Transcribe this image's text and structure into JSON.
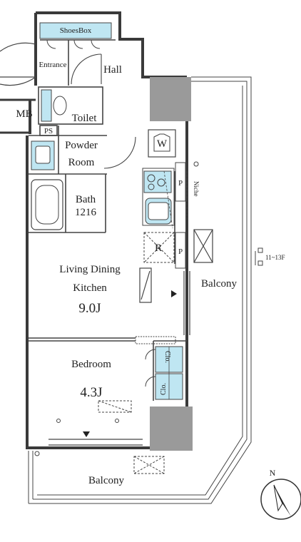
{
  "floorplan": {
    "rooms": {
      "shoes_box": "ShoesBox",
      "entrance": "Entrance",
      "hall": "Hall",
      "mb": "MB",
      "toilet": "Toilet",
      "ps": "PS",
      "powder_room_line1": "Powder",
      "powder_room_line2": "Room",
      "bath_line1": "Bath",
      "bath_line2": "1216",
      "w": "W",
      "p_upper": "P",
      "p_lower": "P",
      "niche": "Niche",
      "r": "R",
      "ldk_line1": "Living Dining",
      "ldk_line2": "Kitchen",
      "ldk_size": "9.0J",
      "bedroom": "Bedroom",
      "bedroom_size": "4.3J",
      "clo_upper": "Clo.",
      "clo_lower": "Clo.",
      "balcony_east": "Balcony",
      "balcony_south": "Balcony",
      "floors": "11~13F",
      "north": "N"
    },
    "colors": {
      "wall": "#3a3a3a",
      "column": "#9a9a9a",
      "storage": "#bfe6f2",
      "line": "#444444"
    }
  }
}
